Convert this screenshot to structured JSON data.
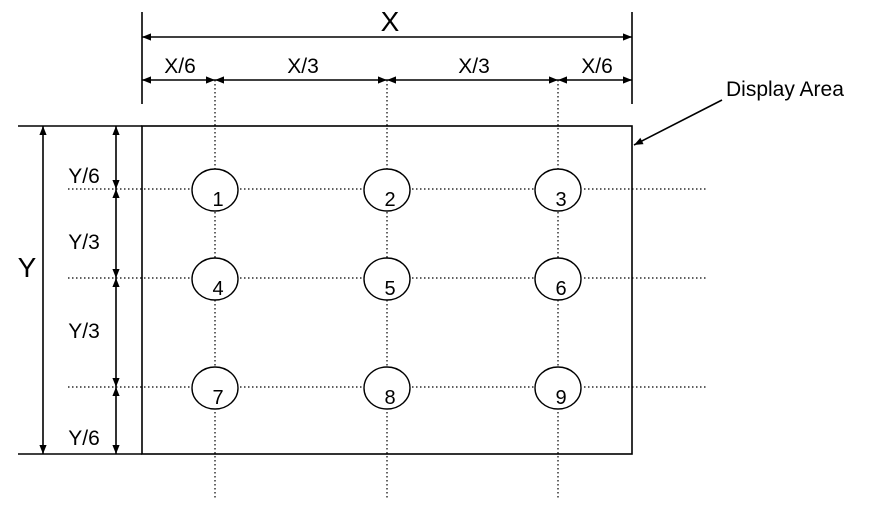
{
  "x_dimension": {
    "total_label": "X",
    "segments": [
      "X/6",
      "X/3",
      "X/3",
      "X/6"
    ]
  },
  "y_dimension": {
    "total_label": "Y",
    "segments": [
      "Y/6",
      "Y/3",
      "Y/3",
      "Y/6"
    ]
  },
  "display_area_label": "Display Area",
  "points": [
    "1",
    "2",
    "3",
    "4",
    "5",
    "6",
    "7",
    "8",
    "9"
  ]
}
